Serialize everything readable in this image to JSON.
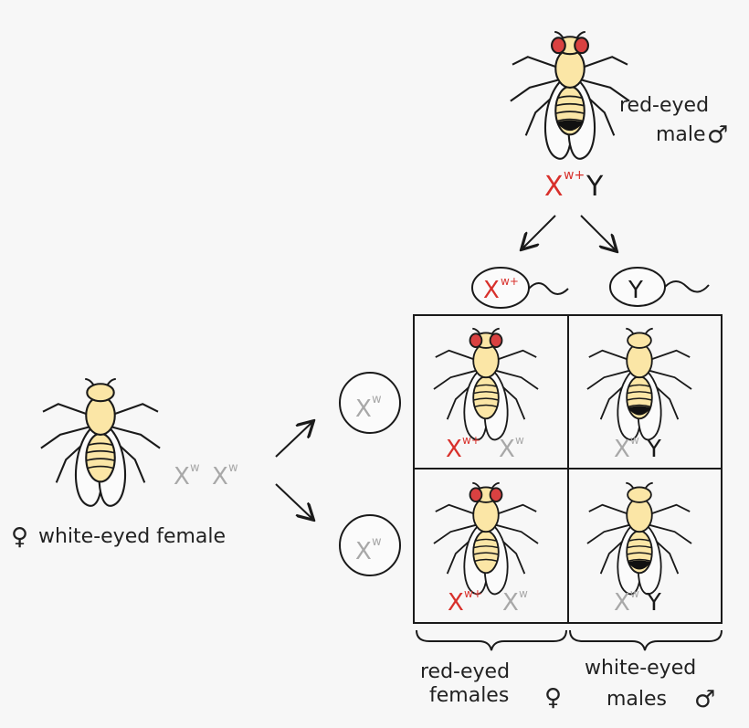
{
  "colors": {
    "background": "#f7f7f7",
    "ink": "#1a1a1a",
    "red_allele": "#d8302b",
    "grey_allele": "#a8a8a8",
    "fly_body": "#fbe6a6",
    "red_eye": "#d94141",
    "white_eye": "#fbe6a6",
    "abdomen_spot": "#111111"
  },
  "male_parent": {
    "label_line1": "red-eyed",
    "label_line2": "male",
    "sex_symbol": "♂",
    "genotype": {
      "x": "X",
      "allele": "w+",
      "y": "Y"
    },
    "eye_color": "red"
  },
  "female_parent": {
    "label": "white-eyed female",
    "sex_symbol": "♀",
    "genotype": {
      "x1": "X",
      "allele1": "w",
      "x2": "X",
      "allele2": "w"
    },
    "eye_color": "white"
  },
  "sperm": [
    {
      "x": "X",
      "allele": "w+"
    },
    {
      "y": "Y"
    }
  ],
  "eggs": [
    {
      "x": "X",
      "allele": "w"
    },
    {
      "x": "X",
      "allele": "w"
    }
  ],
  "punnett": [
    {
      "x1": "X",
      "a1": "w+",
      "x2": "X",
      "a2": "w",
      "eye": "red"
    },
    {
      "x": "X",
      "a": "w",
      "y": "Y",
      "eye": "white"
    },
    {
      "x1": "X",
      "a1": "w+",
      "x2": "X",
      "a2": "w",
      "eye": "red"
    },
    {
      "x": "X",
      "a": "w",
      "y": "Y",
      "eye": "white"
    }
  ],
  "outcomes": {
    "left_line1": "red-eyed",
    "left_line2": "females",
    "left_symbol": "♀",
    "right_line1": "white-eyed",
    "right_line2": "males",
    "right_symbol": "♂"
  }
}
